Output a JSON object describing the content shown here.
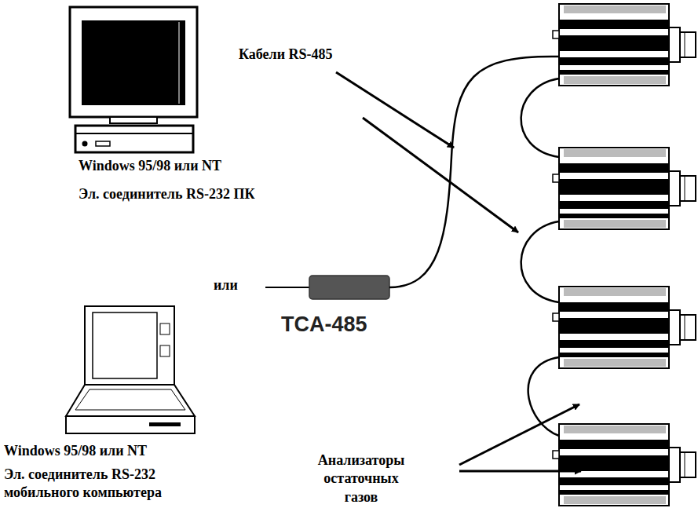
{
  "diagram": {
    "labels": [
      "Кабели RS-485",
      "Windows 95/98 или NT",
      "Эл. соединитель RS-232 ПК",
      "или",
      "TCA-485",
      "Windows 95/98 или NT",
      "Эл. соединитель RS-232 мобильного компьютера",
      "Анализаторы остаточных газов"
    ]
  }
}
